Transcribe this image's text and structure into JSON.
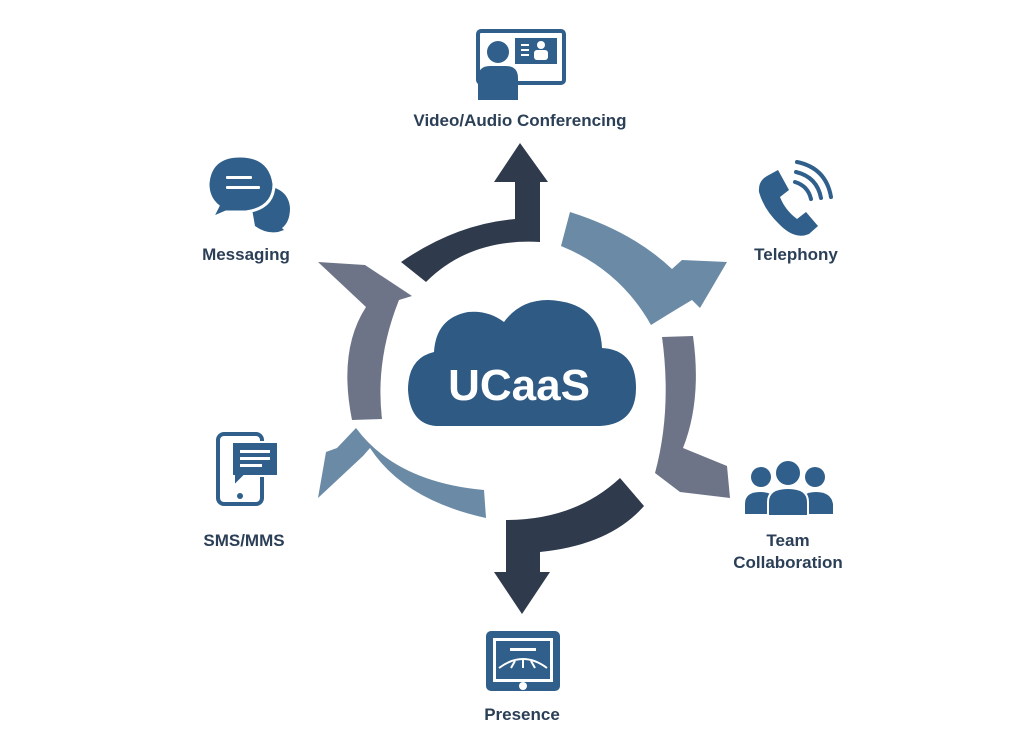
{
  "center": {
    "label": "UCaaS"
  },
  "services": [
    {
      "id": "video",
      "label": "Video/Audio Conferencing",
      "icon": "video-conference-icon"
    },
    {
      "id": "telephony",
      "label": "Telephony",
      "icon": "phone-icon"
    },
    {
      "id": "team",
      "label_lines": [
        "Team",
        "Collaboration"
      ],
      "icon": "team-icon"
    },
    {
      "id": "presence",
      "label": "Presence",
      "icon": "presence-monitor-icon"
    },
    {
      "id": "sms",
      "label": "SMS/MMS",
      "icon": "mobile-message-icon"
    },
    {
      "id": "messaging",
      "label": "Messaging",
      "icon": "chat-bubbles-icon"
    }
  ],
  "colors": {
    "dark_navy": "#2f3b4c",
    "steel_blue": "#6a8aa6",
    "slate": "#6e7488",
    "cloud_blue": "#2e5a83",
    "icon_blue": "#2f5f8a",
    "text": "#2b3f57"
  }
}
